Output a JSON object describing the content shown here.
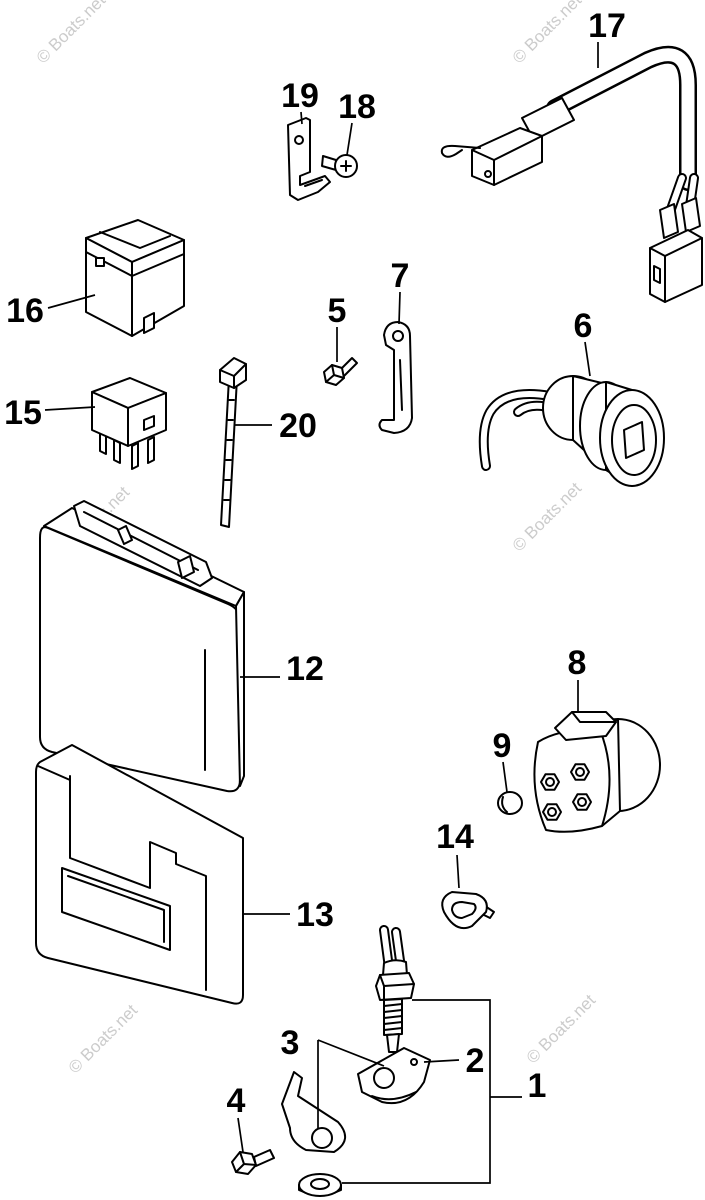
{
  "callouts": {
    "n1": "1",
    "n2": "2",
    "n3": "3",
    "n4": "4",
    "n5": "5",
    "n6": "6",
    "n7": "7",
    "n8": "8",
    "n9": "9",
    "n12": "12",
    "n13": "13",
    "n14": "14",
    "n15": "15",
    "n16": "16",
    "n17": "17",
    "n18": "18",
    "n19": "19",
    "n20": "20"
  },
  "watermark": "© Boats.net",
  "colors": {
    "line": "#000000",
    "background": "#ffffff",
    "watermark": "#cccccc"
  }
}
